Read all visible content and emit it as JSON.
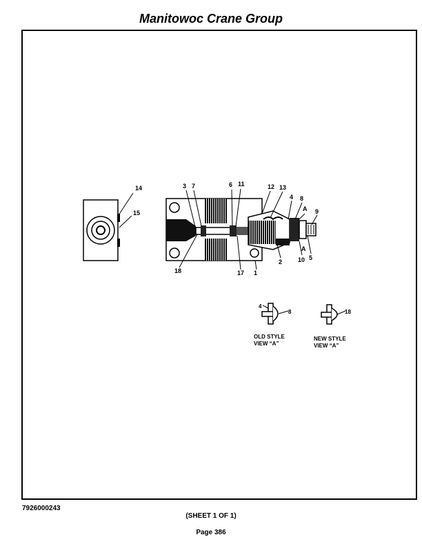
{
  "header": {
    "title": "Manitowoc Crane Group"
  },
  "diagram": {
    "callouts": [
      "14",
      "15",
      "3",
      "7",
      "6",
      "11",
      "12",
      "13",
      "4",
      "8",
      "A",
      "9",
      "A",
      "18",
      "17",
      "1",
      "2",
      "10",
      "5"
    ],
    "view_a": {
      "old": {
        "callouts": [
          "4",
          "8"
        ],
        "caption_line1": "OLD STYLE",
        "caption_line2": "VIEW “A”"
      },
      "new": {
        "callouts": [
          "18"
        ],
        "caption_line1": "NEW STYLE",
        "caption_line2": "VIEW “A”"
      }
    }
  },
  "footer": {
    "part_number": "7926000243",
    "sheet": "(SHEET 1 OF 1)",
    "page": "Page 386"
  }
}
